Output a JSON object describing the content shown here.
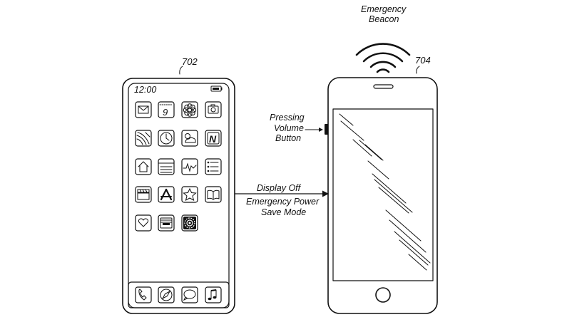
{
  "labels": {
    "ref_left": "702",
    "ref_right": "704",
    "clock": "12:00",
    "calendar_day": "9",
    "beacon_line1": "Emergency",
    "beacon_line2": "Beacon",
    "pressing_line1": "Pressing",
    "pressing_line2": "Volume",
    "pressing_line3": "Button",
    "arrow_line1": "Display Off",
    "arrow_line2": "Emergency Power",
    "arrow_line3": "Save Mode"
  },
  "icons": {
    "grid": [
      "mail-icon",
      "calendar-icon",
      "photos-icon",
      "camera-icon",
      "maps-icon",
      "clock-icon",
      "weather-icon",
      "news-icon",
      "home-icon",
      "notes-icon",
      "stocks-icon",
      "reminders-icon",
      "tv-icon",
      "app-store-icon",
      "itunes-star-icon",
      "books-icon",
      "health-icon",
      "wallet-icon",
      "settings-icon"
    ],
    "dock": [
      "phone-icon",
      "safari-icon",
      "messages-icon",
      "music-icon"
    ]
  }
}
